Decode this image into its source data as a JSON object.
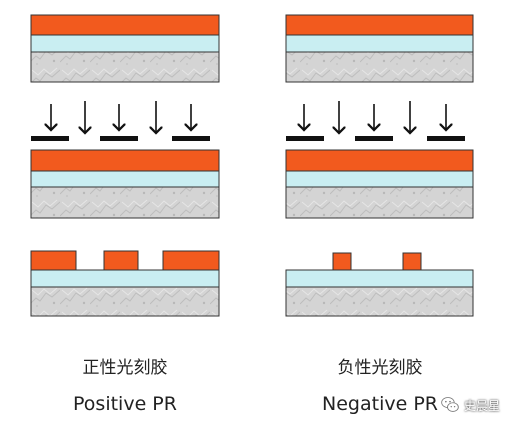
{
  "colors": {
    "photoresist": "#f25a1e",
    "oxide_layer": "#c9eef2",
    "substrate": "#d6d6d6",
    "outline": "#333333",
    "mask": "#111111"
  },
  "captions": {
    "positive_cn": "正性光刻胶",
    "positive_en": "Positive PR",
    "negative_cn": "负性光刻胶",
    "negative_en": "Negative PR"
  },
  "watermark": {
    "text": "史晨星",
    "icon": "wechat-icon"
  }
}
